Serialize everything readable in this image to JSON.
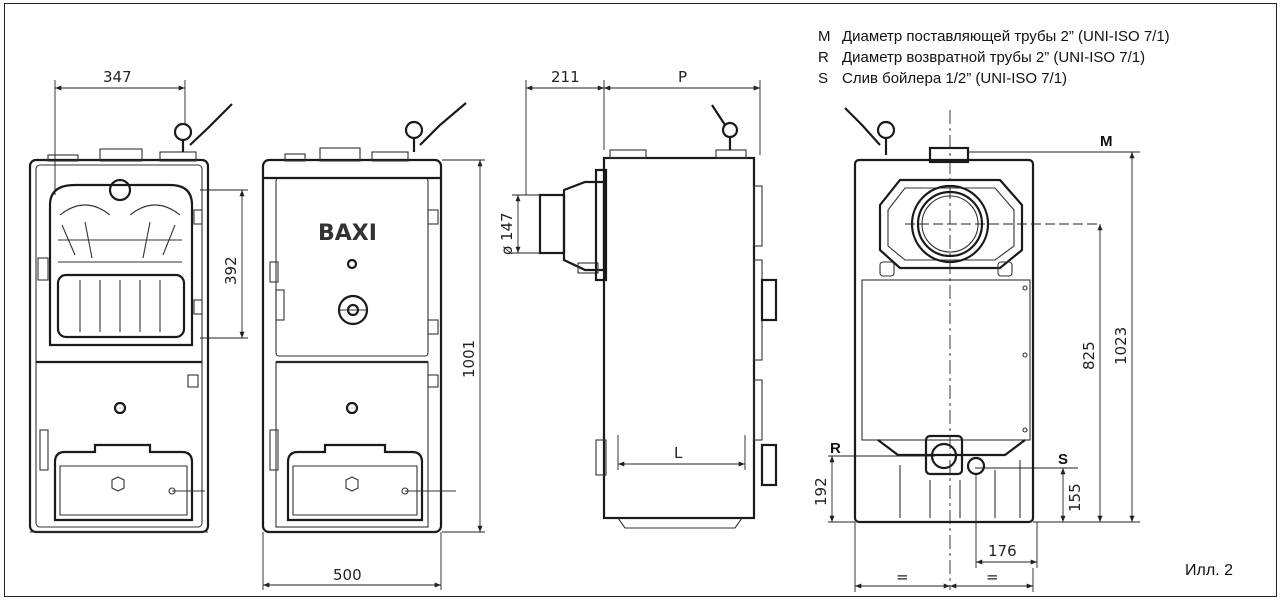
{
  "legend": [
    {
      "key": "M",
      "text": "Диаметр поставляющей трубы 2” (UNI-ISO 7/1)"
    },
    {
      "key": "R",
      "text": "Диаметр возвратной трубы 2” (UNI-ISO 7/1)"
    },
    {
      "key": "S",
      "text": "Слив бойлера 1/2” (UNI-ISO 7/1)"
    }
  ],
  "brand": "BAXI",
  "figure_label": "Илл. 2",
  "dimensions": {
    "width_top": "347",
    "door_height": "392",
    "front_width": "500",
    "total_height": "1001",
    "flue_offset": "211",
    "depth": "P",
    "flue_diameter": "ø 147",
    "base_length": "L",
    "rear_height": "1023",
    "flue_height": "825",
    "return_height": "192",
    "drain_height": "155",
    "drain_offset": "176",
    "equal_left": "=",
    "equal_right": "="
  },
  "connections": {
    "m": "M",
    "r": "R",
    "s": "S"
  },
  "colors": {
    "line": "#1a1a1a",
    "background": "#ffffff"
  }
}
